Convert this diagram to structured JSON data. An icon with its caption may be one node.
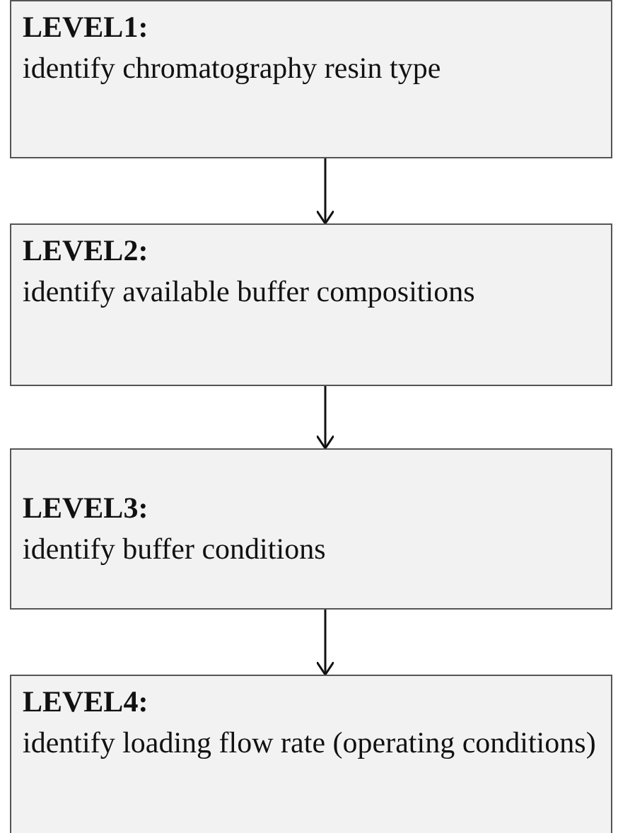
{
  "diagram": {
    "nodes": [
      {
        "text": [
          "LEVEL1:",
          "identify chromatography resin type"
        ]
      },
      {
        "text": [
          "LEVEL2:",
          "identify available buffer compositions"
        ]
      },
      {
        "text": [
          "LEVEL3:",
          "identify buffer conditions"
        ]
      },
      {
        "text": [
          "LEVEL4:",
          "identify loading flow rate (operating conditions)"
        ]
      }
    ],
    "edges": [
      {
        "from": 0,
        "to": 1,
        "arrow": "to"
      },
      {
        "from": 1,
        "to": 2,
        "arrow": "to"
      },
      {
        "from": 2,
        "to": 3,
        "arrow": "to"
      }
    ]
  }
}
